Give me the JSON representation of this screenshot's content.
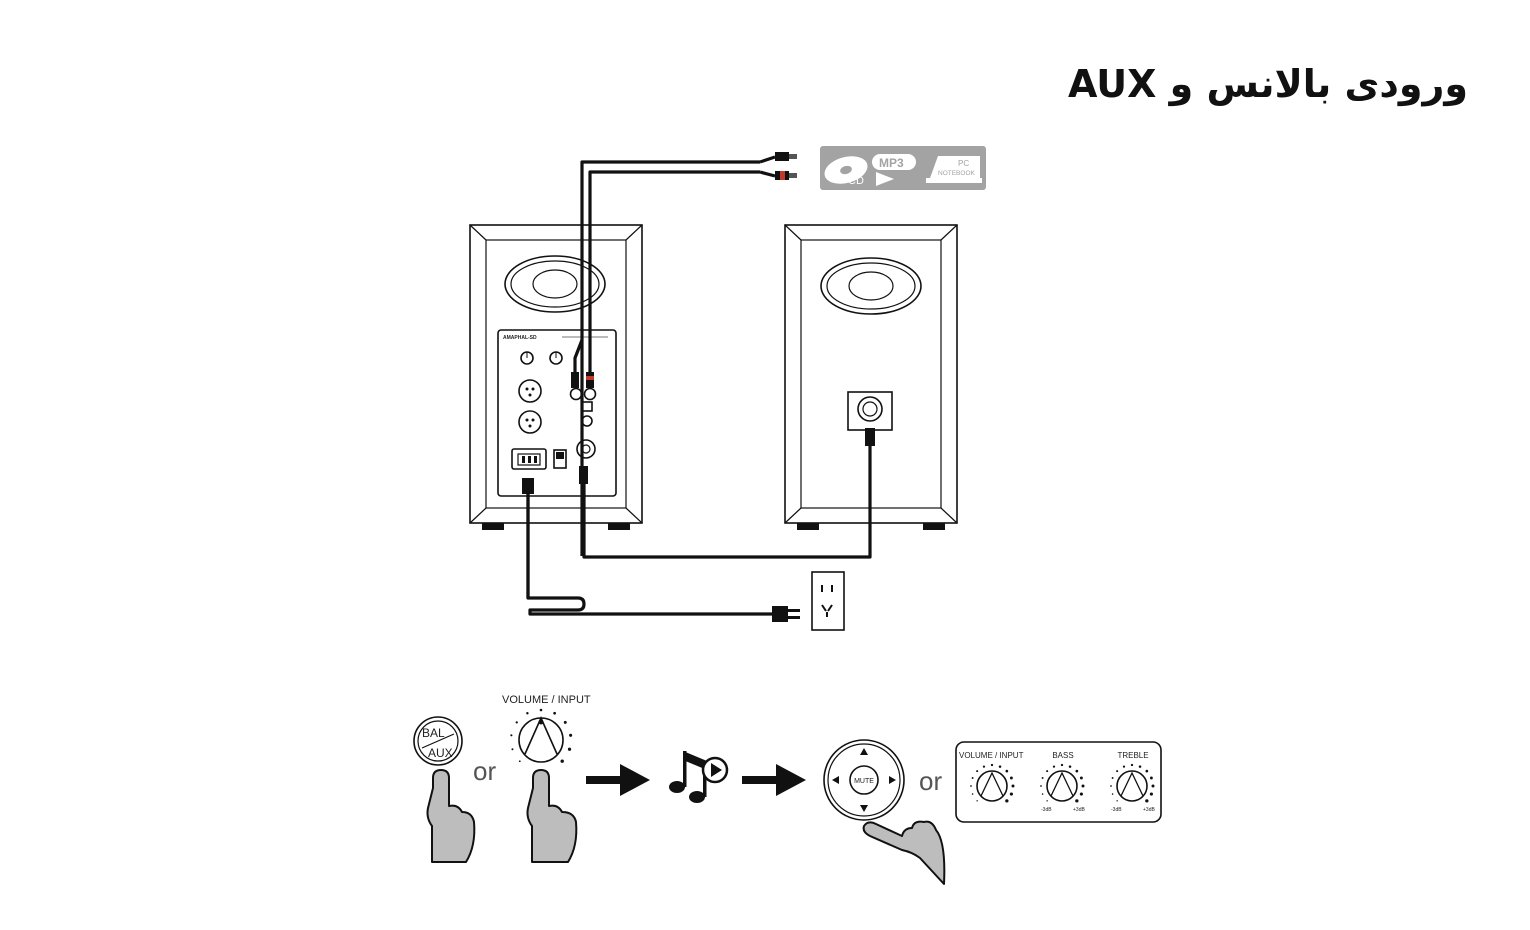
{
  "title": "ورودی بالانس و AUX",
  "source_badges": {
    "cd": "CD",
    "mp3": "MP3",
    "pc": "PC",
    "notebook": "NOTEBOOK"
  },
  "panel_brand": "AMAPHAL-SD",
  "steps": {
    "bal": "BAL",
    "aux": "AUX",
    "or_1": "or",
    "volume_input_label": "VOLUME  / INPUT",
    "mute": "MUTE",
    "or_2": "or",
    "remote_panel": {
      "volume_input": "VOLUME / INPUT",
      "bass": "BASS",
      "treble": "TREBLE",
      "bass_min": "-3dB",
      "bass_max": "+3dB",
      "treble_min": "-3dB",
      "treble_max": "+3dB"
    }
  },
  "colors": {
    "badge_bg": "#a3a3a3",
    "hand_fill": "#bdbdbd",
    "rca_red": "#c0392b"
  }
}
